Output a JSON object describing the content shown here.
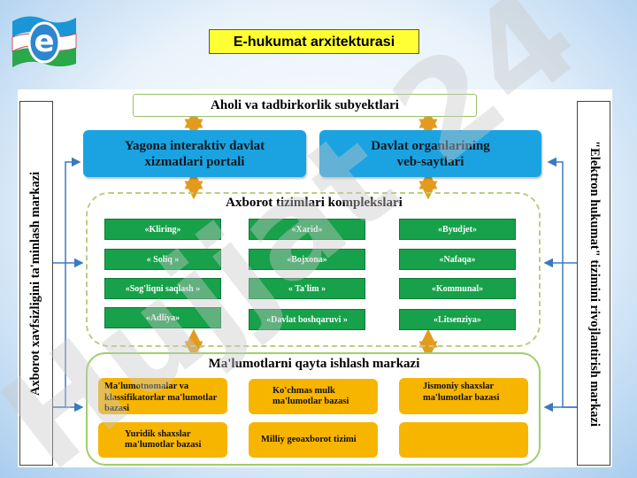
{
  "title": "E-hukumat arxitekturasi",
  "logo": {
    "letter": "e",
    "flag_colors": [
      "#1a96d6",
      "#ffffff",
      "#2aa84a"
    ]
  },
  "top_box": "Aholi va tadbirkorlik subyektlari",
  "blue_boxes": [
    {
      "label": "Yagona interaktiv davlat xizmatlari portali"
    },
    {
      "label": "Davlat organlarining veb-saytlari"
    }
  ],
  "left_side": "Axborot xavfsizligini ta'minlash markazi",
  "right_side": "\"Elektron hukumat\" tizimini rivojlantirish markazi",
  "systems": {
    "title": "Axborot tizimlari komplekslari",
    "items": [
      "«Kliring»",
      "«Xarid»",
      "«Byudjet»",
      "« Soliq »",
      "«Bojxona»",
      "«Nafaqa»",
      "«Sog'liqni saqlash »",
      "« Ta'lim »",
      "«Kommunal»",
      "«Adliya»",
      "«Davlat boshqaruvi »",
      "«Litsenziya»"
    ]
  },
  "processing": {
    "title": "Ma'lumotlarni qayta ishlash markazi",
    "databases": [
      "Ma'lumotnomalar va klassifikatorlar ma'lumotlar bazasi",
      "Ko'chmas mulk ma'lumotlar bazasi",
      "Jismoniy shaxslar ma'lumotlar bazasi",
      "Yuridik shaxslar ma'lumotlar bazasi",
      "Milliy geoaxborot tizimi",
      ""
    ]
  },
  "watermark": "Hujjat 24",
  "colors": {
    "title_bg": "#ffff33",
    "blue_box": "#1aa3e0",
    "system_button": "#17a14a",
    "database_box": "#f7b500",
    "arrow": "#e39b1f",
    "side_arrow": "#3a7bbf",
    "dashed_border": "#b8cf80",
    "frame_border": "#9ccf6b",
    "watermark": "#c8c8c8"
  }
}
